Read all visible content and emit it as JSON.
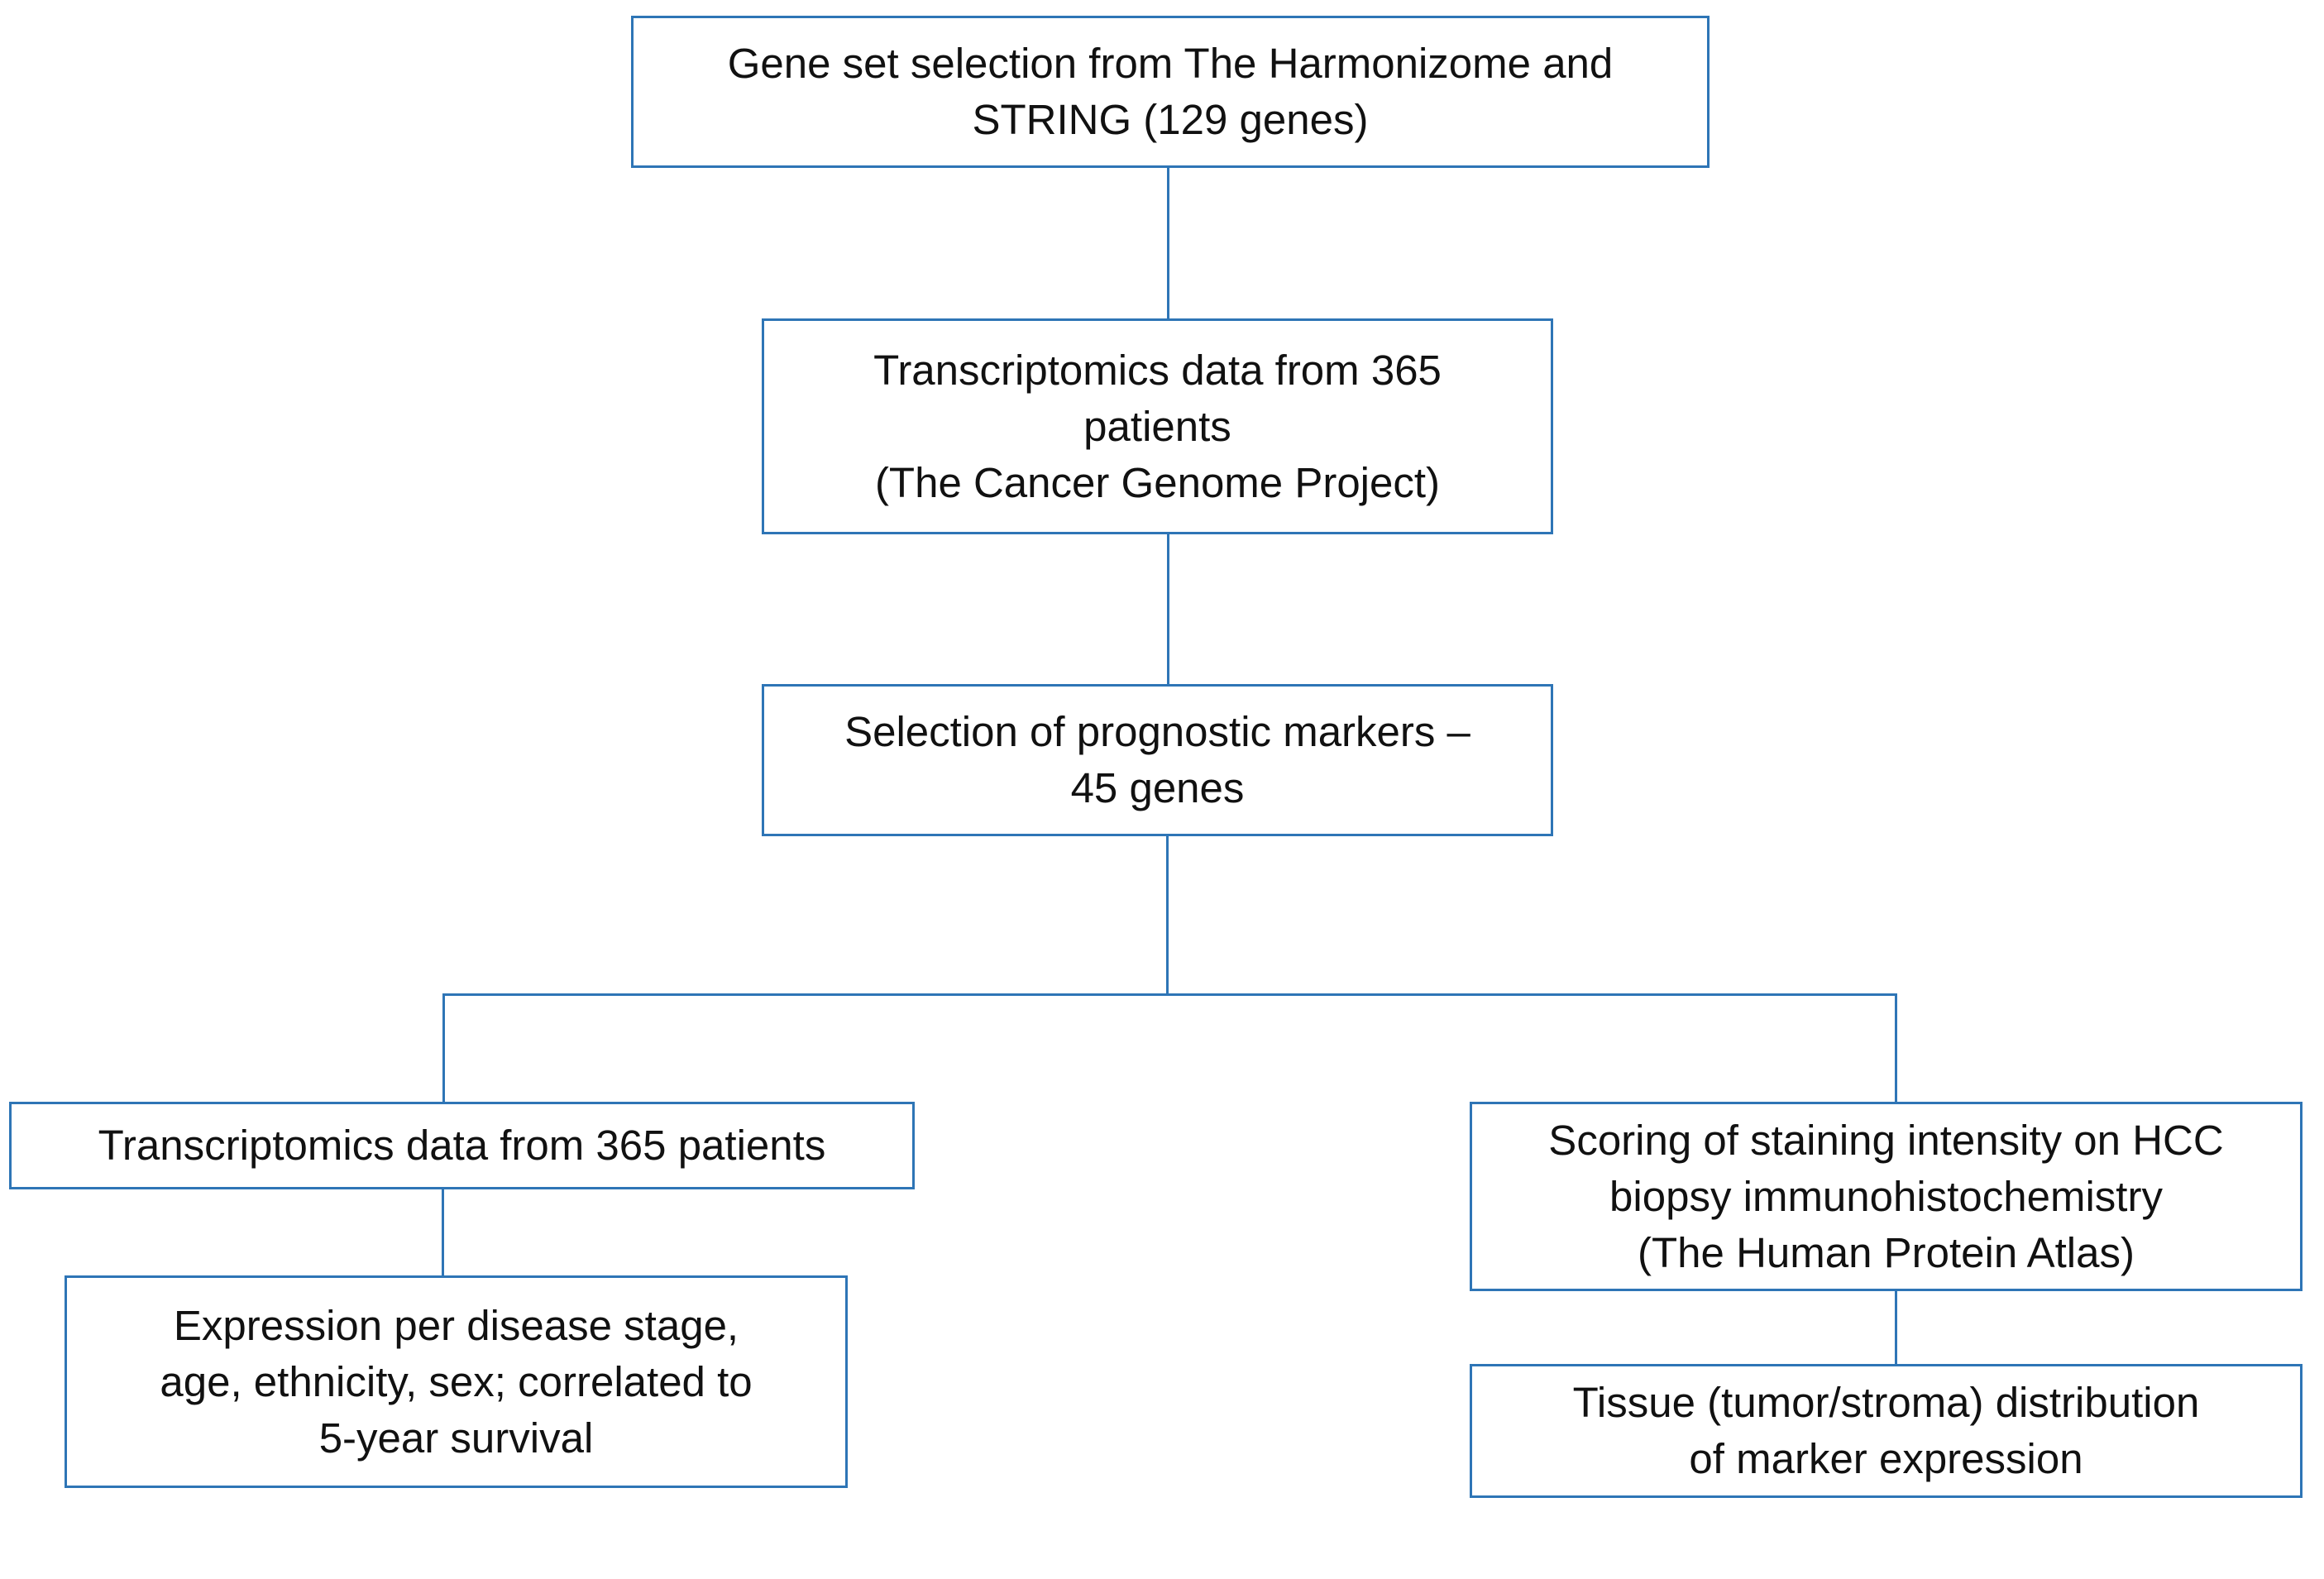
{
  "diagram": {
    "type": "flowchart",
    "colors": {
      "accent": "#2E75B6",
      "text": "#111111",
      "background": "#FFFFFF"
    },
    "nodes": [
      {
        "id": "gene-set-selection",
        "text": "Gene set selection from The Harmonizome and\nSTRING (129 genes)"
      },
      {
        "id": "transcriptomics-tcga",
        "text": "Transcriptomics data from 365\npatients\n(The Cancer Genome Project)"
      },
      {
        "id": "prognostic-markers",
        "text": "Selection of prognostic markers –\n45 genes"
      },
      {
        "id": "transcriptomics-365",
        "text": "Transcriptomics data from 365 patients"
      },
      {
        "id": "expression-demographics",
        "text": "Expression per disease stage,\nage, ethnicity, sex; correlated to\n5-year survival"
      },
      {
        "id": "ihc-scoring",
        "text": "Scoring of staining intensity on HCC\nbiopsy immunohistochemistry\n(The Human Protein Atlas)"
      },
      {
        "id": "tissue-distribution",
        "text": "Tissue (tumor/stroma) distribution\nof marker expression"
      }
    ]
  }
}
